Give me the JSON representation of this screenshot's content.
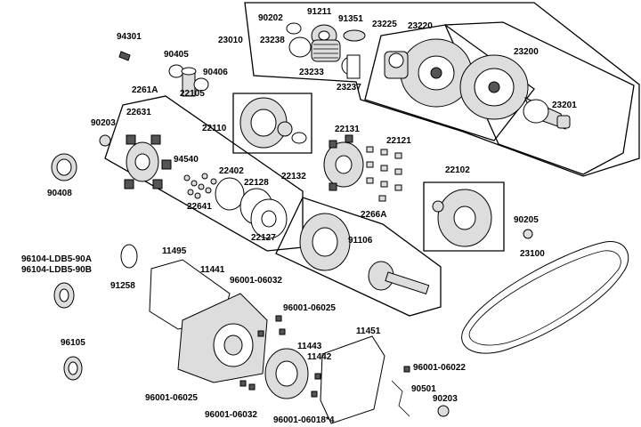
{
  "labels": {
    "p90202": "90202",
    "p91211": "91211",
    "p91351": "91351",
    "p23225": "23225",
    "p23220": "23220",
    "p23010": "23010",
    "p23238": "23238",
    "p23233": "23233",
    "p23237": "23237",
    "p23200": "23200",
    "p23201": "23201",
    "p94301": "94301",
    "p90405": "90405",
    "p90406": "90406",
    "p22105": "22105",
    "p2261A": "2261A",
    "p22631": "22631",
    "p90203a": "90203",
    "p22110": "22110",
    "p22131": "22131",
    "p22121": "22121",
    "p94540": "94540",
    "p22402": "22402",
    "p22128": "22128",
    "p22641": "22641",
    "p22132": "22132",
    "p90408": "90408",
    "p22127": "22127",
    "p22102": "22102",
    "p2266A": "2266A",
    "p90205": "90205",
    "p23100": "23100",
    "p91106": "91106",
    "p96104a": "96104-LDB5-90A",
    "p96104b": "96104-LDB5-90B",
    "p11495": "11495",
    "p11441": "11441",
    "p91258": "91258",
    "p96001_06032a": "96001-06032",
    "p96001_06025a": "96001-06025",
    "p96105": "96105",
    "p11443": "11443",
    "p11442": "11442",
    "p11451": "11451",
    "p96001_06022": "96001-06022",
    "p90501": "90501",
    "p90203b": "90203",
    "p96001_06025b": "96001-06025",
    "p96001_06032b": "96001-06032",
    "p96001_06018": "96001-06018*4"
  }
}
